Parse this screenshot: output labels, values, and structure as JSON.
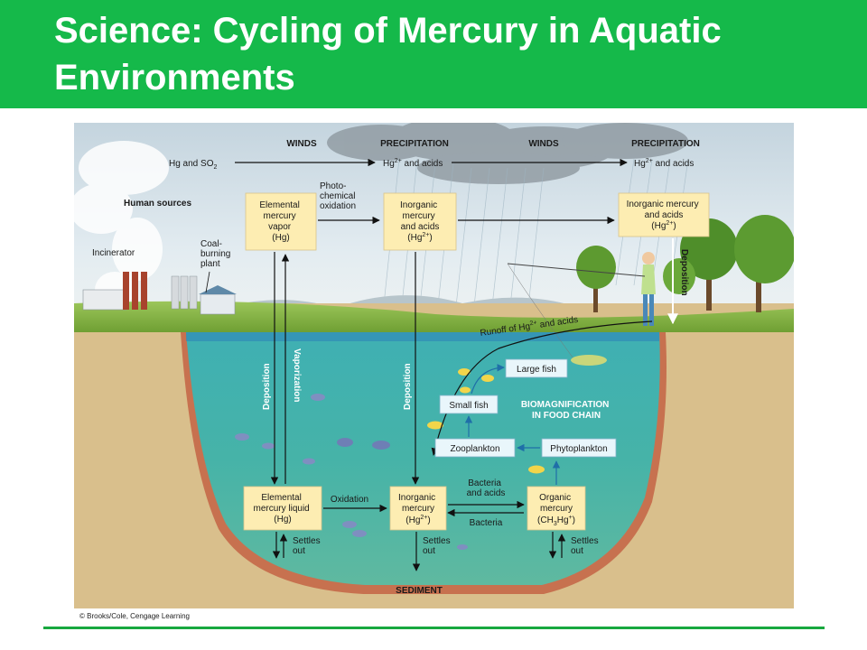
{
  "title": "Science: Cycling of Mercury in Aquatic Environments",
  "diagram": {
    "headers": {
      "winds_1": "WINDS",
      "precipitation_1": "PRECIPITATION",
      "winds_2": "WINDS",
      "precipitation_2": "PRECIPITATION"
    },
    "atmosphere": {
      "hg_so2_base": "Hg and SO",
      "hg_so2_sub": "2",
      "hg2_acids_1": {
        "base": "Hg",
        "sup": "2+",
        "rest": " and acids"
      },
      "hg2_acids_2": {
        "base": "Hg",
        "sup": "2+",
        "rest": " and acids"
      },
      "photo_oxidation": [
        "Photo-",
        "chemical",
        "oxidation"
      ]
    },
    "sources": {
      "human_sources": "Human sources",
      "incinerator": "Incinerator",
      "coal_plant": [
        "Coal-",
        "burning",
        "plant"
      ]
    },
    "boxes": {
      "elemental_vapor": [
        "Elemental",
        "mercury",
        "vapor",
        "(Hg)"
      ],
      "inorganic_air": {
        "lines": [
          "Inorganic",
          "mercury",
          "and acids"
        ],
        "formula_base": "(Hg",
        "formula_sup": "2+",
        "formula_end": ")"
      },
      "inorganic_right": {
        "lines": [
          "Inorganic mercury",
          "and acids"
        ],
        "formula_base": "(Hg",
        "formula_sup": "2+",
        "formula_end": ")"
      },
      "elemental_liquid": [
        "Elemental",
        "mercury liquid",
        "(Hg)"
      ],
      "inorganic_water": {
        "lines": [
          "Inorganic",
          "mercury"
        ],
        "formula_base": "(Hg",
        "formula_sup": "2+",
        "formula_end": ")"
      },
      "organic_mercury": {
        "lines": [
          "Organic",
          "mercury"
        ],
        "formula_a": "(CH",
        "formula_sub": "3",
        "formula_b": "Hg",
        "formula_sup": "+",
        "formula_end": ")"
      }
    },
    "food_chain": {
      "large_fish": "Large fish",
      "small_fish": "Small fish",
      "zooplankton": "Zooplankton",
      "phytoplankton": "Phytoplankton",
      "biomagnification": [
        "BIOMAGNIFICATION",
        "IN FOOD CHAIN"
      ]
    },
    "processes": {
      "deposition": "Deposition",
      "vaporization": "Vaporization",
      "deposition_mid": "Deposition",
      "deposition_right": "Deposition",
      "runoff": {
        "base": "Runoff of Hg",
        "sup": "2+",
        "rest": " and acids"
      },
      "oxidation": "Oxidation",
      "bacteria_acids": [
        "Bacteria",
        "and acids"
      ],
      "bacteria": "Bacteria",
      "settles_1": [
        "Settles",
        "out"
      ],
      "settles_2": [
        "Settles",
        "out"
      ],
      "settles_3": [
        "Settles",
        "out"
      ],
      "sediment": "SEDIMENT"
    },
    "credit": "© Brooks/Cole, Cengage Learning"
  },
  "colors": {
    "header_green": "#15b94a",
    "box_fill": "#fdedb2",
    "water": "#3aa9a6",
    "soil": "#d9bf8c",
    "sky": "#d8e6ee"
  }
}
